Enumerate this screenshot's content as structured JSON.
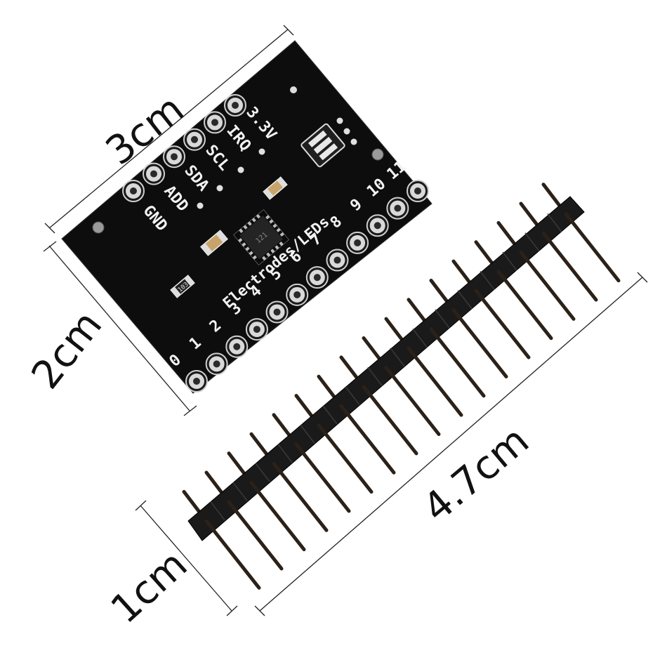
{
  "dimensions": {
    "board_length": "3cm",
    "board_width": "2cm",
    "header_length": "4.7cm",
    "header_height": "1cm"
  },
  "board": {
    "top_pins": [
      "GND",
      "ADD",
      "SDA",
      "SCL",
      "IRQ",
      "3.3V"
    ],
    "electrode_title": "Electrodes/LEDs",
    "electrode_numbers": [
      "0",
      "1",
      "2",
      "3",
      "4",
      "5",
      "6",
      "7",
      "8",
      "9",
      "10",
      "11"
    ],
    "chip_marking": "121",
    "resistor_marking": "103"
  },
  "colors": {
    "pcb": "#0d0d0d",
    "silkscreen": "#f2f2f2",
    "pad": "#d9d9d9",
    "header_plastic": "#1a1a1a",
    "pin": "#2b2118"
  },
  "header": {
    "pin_count": 17
  }
}
